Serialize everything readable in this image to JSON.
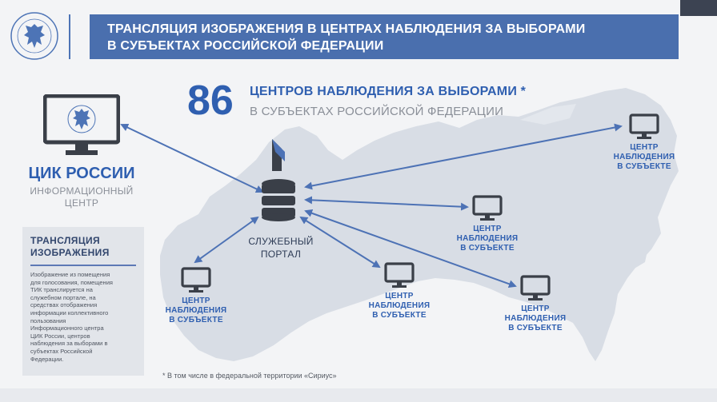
{
  "header": {
    "title_line1": "ТРАНСЛЯЦИЯ ИЗОБРАЖЕНИЯ В ЦЕНТРАХ НАБЛЮДЕНИЯ ЗА ВЫБОРАМИ",
    "title_line2": "В СУБЪЕКТАХ РОССИЙСКОЙ ФЕДЕРАЦИИ"
  },
  "stats": {
    "count": "86",
    "title": "ЦЕНТРОВ НАБЛЮДЕНИЯ ЗА ВЫБОРАМИ *",
    "subtitle": "В СУБЪЕКТАХ РОССИЙСКОЙ ФЕДЕРАЦИИ"
  },
  "cik": {
    "title": "ЦИК РОССИИ",
    "subtitle_line1": "ИНФОРМАЦИОННЫЙ",
    "subtitle_line2": "ЦЕНТР"
  },
  "info_box": {
    "title_line1": "ТРАНСЛЯЦИЯ",
    "title_line2": "ИЗОБРАЖЕНИЯ",
    "lines": [
      "Изображение из помещения",
      "для голосования, помещения",
      "ТИК транслируется на",
      "служебном портале, на",
      "средствах отображения",
      "информации коллективного",
      "пользования",
      "Информационного центра",
      "ЦИК России, центров",
      "наблюдения за выборами в",
      "субъектах Российской",
      "Федерации."
    ]
  },
  "portal": {
    "label_line1": "СЛУЖЕБНЫЙ",
    "label_line2": "ПОРТАЛ"
  },
  "node_label": {
    "line1": "ЦЕНТР",
    "line2": "НАБЛЮДЕНИЯ",
    "line3": "В СУБЪЕКТЕ"
  },
  "footnote": "* В том числе в федеральной территории «Сириус»",
  "colors": {
    "header_bg": "#4a6fae",
    "accent_blue": "#2f5fb0",
    "arrow": "#4d72b5",
    "map": "#d8dde5",
    "monitor": "#3a3f48"
  },
  "icons": {
    "emblem": "coat-of-arms-icon",
    "monitor": "monitor-icon",
    "database": "database-icon",
    "logo": "portal-logo-icon"
  }
}
